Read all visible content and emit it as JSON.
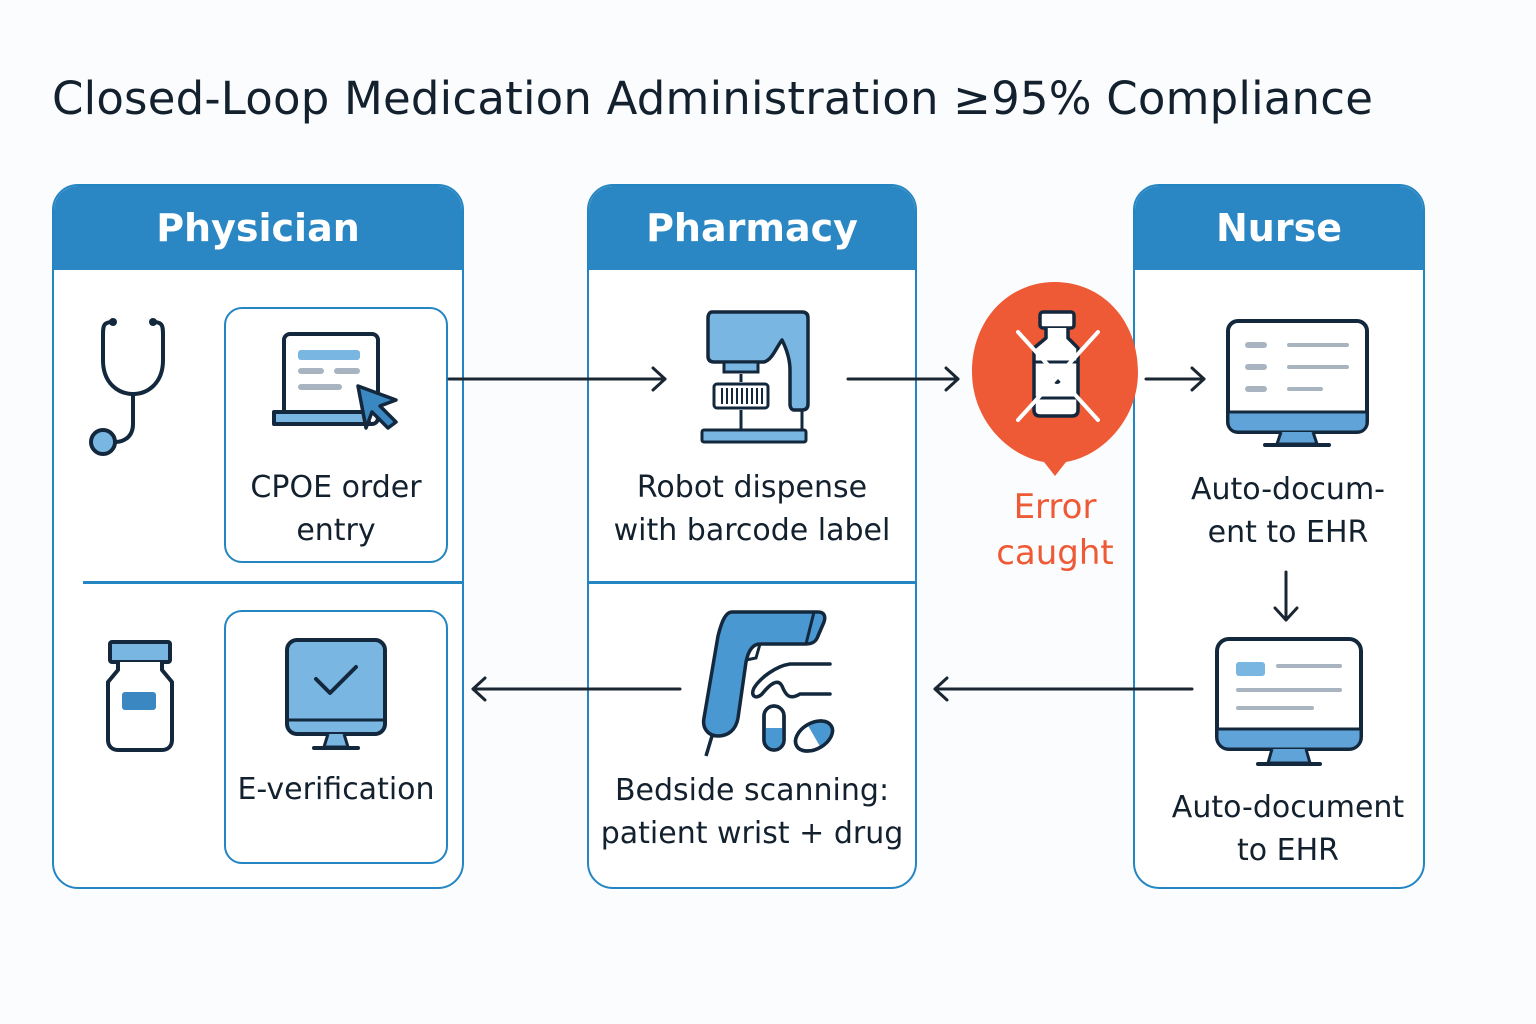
{
  "title": "Closed-Loop Medication Administration ≥95% Compliance",
  "colors": {
    "accent": "#2a87c4",
    "icon_fill": "#7ab6e2",
    "icon_stroke": "#13283d",
    "error": "#ef5a36",
    "text": "#13202e"
  },
  "lanes": [
    {
      "name": "Physician"
    },
    {
      "name": "Pharmacy"
    },
    {
      "name": "Nurse"
    }
  ],
  "steps": {
    "cpoe": {
      "line1": "CPOE order",
      "line2": "entry",
      "icon": "laptop-order-icon"
    },
    "everify": {
      "line1": "E-verification",
      "icon": "monitor-check-icon"
    },
    "robot": {
      "line1": "Robot dispense",
      "line2": "with barcode label",
      "icon": "robot-dispenser-icon"
    },
    "bedside": {
      "line1": "Bedside scanning:",
      "line2": "patient wrist + drug",
      "icon": "barcode-scanner-icon"
    },
    "error": {
      "line1": "Error",
      "line2": "caught",
      "icon": "crossed-vial-icon"
    },
    "ehr_top": {
      "line1": "Auto-docum-",
      "line2": "ent to EHR",
      "icon": "monitor-document-icon"
    },
    "ehr_bottom": {
      "line1": "Auto-document",
      "line2": "to EHR",
      "icon": "monitor-document-icon"
    }
  },
  "decorative_icons": [
    "stethoscope-icon",
    "medicine-bottle-icon"
  ]
}
